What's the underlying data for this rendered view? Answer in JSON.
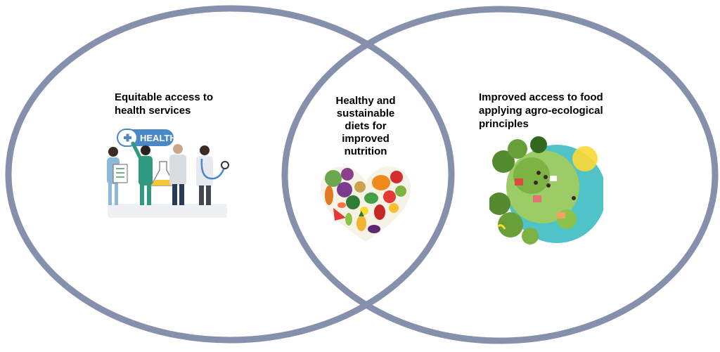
{
  "colors": {
    "ring": "#8590ac",
    "background": "#ffffff",
    "health_badge": "#4b88c8",
    "cross": "#4b88c8"
  },
  "circles": {
    "left": {
      "label_lines": [
        "Equitable access to",
        "health services"
      ],
      "illustration": "health-workers-illustration",
      "badge_text": "HEALTH"
    },
    "center": {
      "label_lines": [
        "Healthy and",
        "sustainable",
        "diets for",
        "improved",
        "nutrition"
      ],
      "illustration": "vegetable-heart-illustration"
    },
    "right": {
      "label_lines": [
        "Improved access to food",
        "applying agro-ecological",
        "principles"
      ],
      "illustration": "agro-ecology-landscape-illustration"
    }
  }
}
